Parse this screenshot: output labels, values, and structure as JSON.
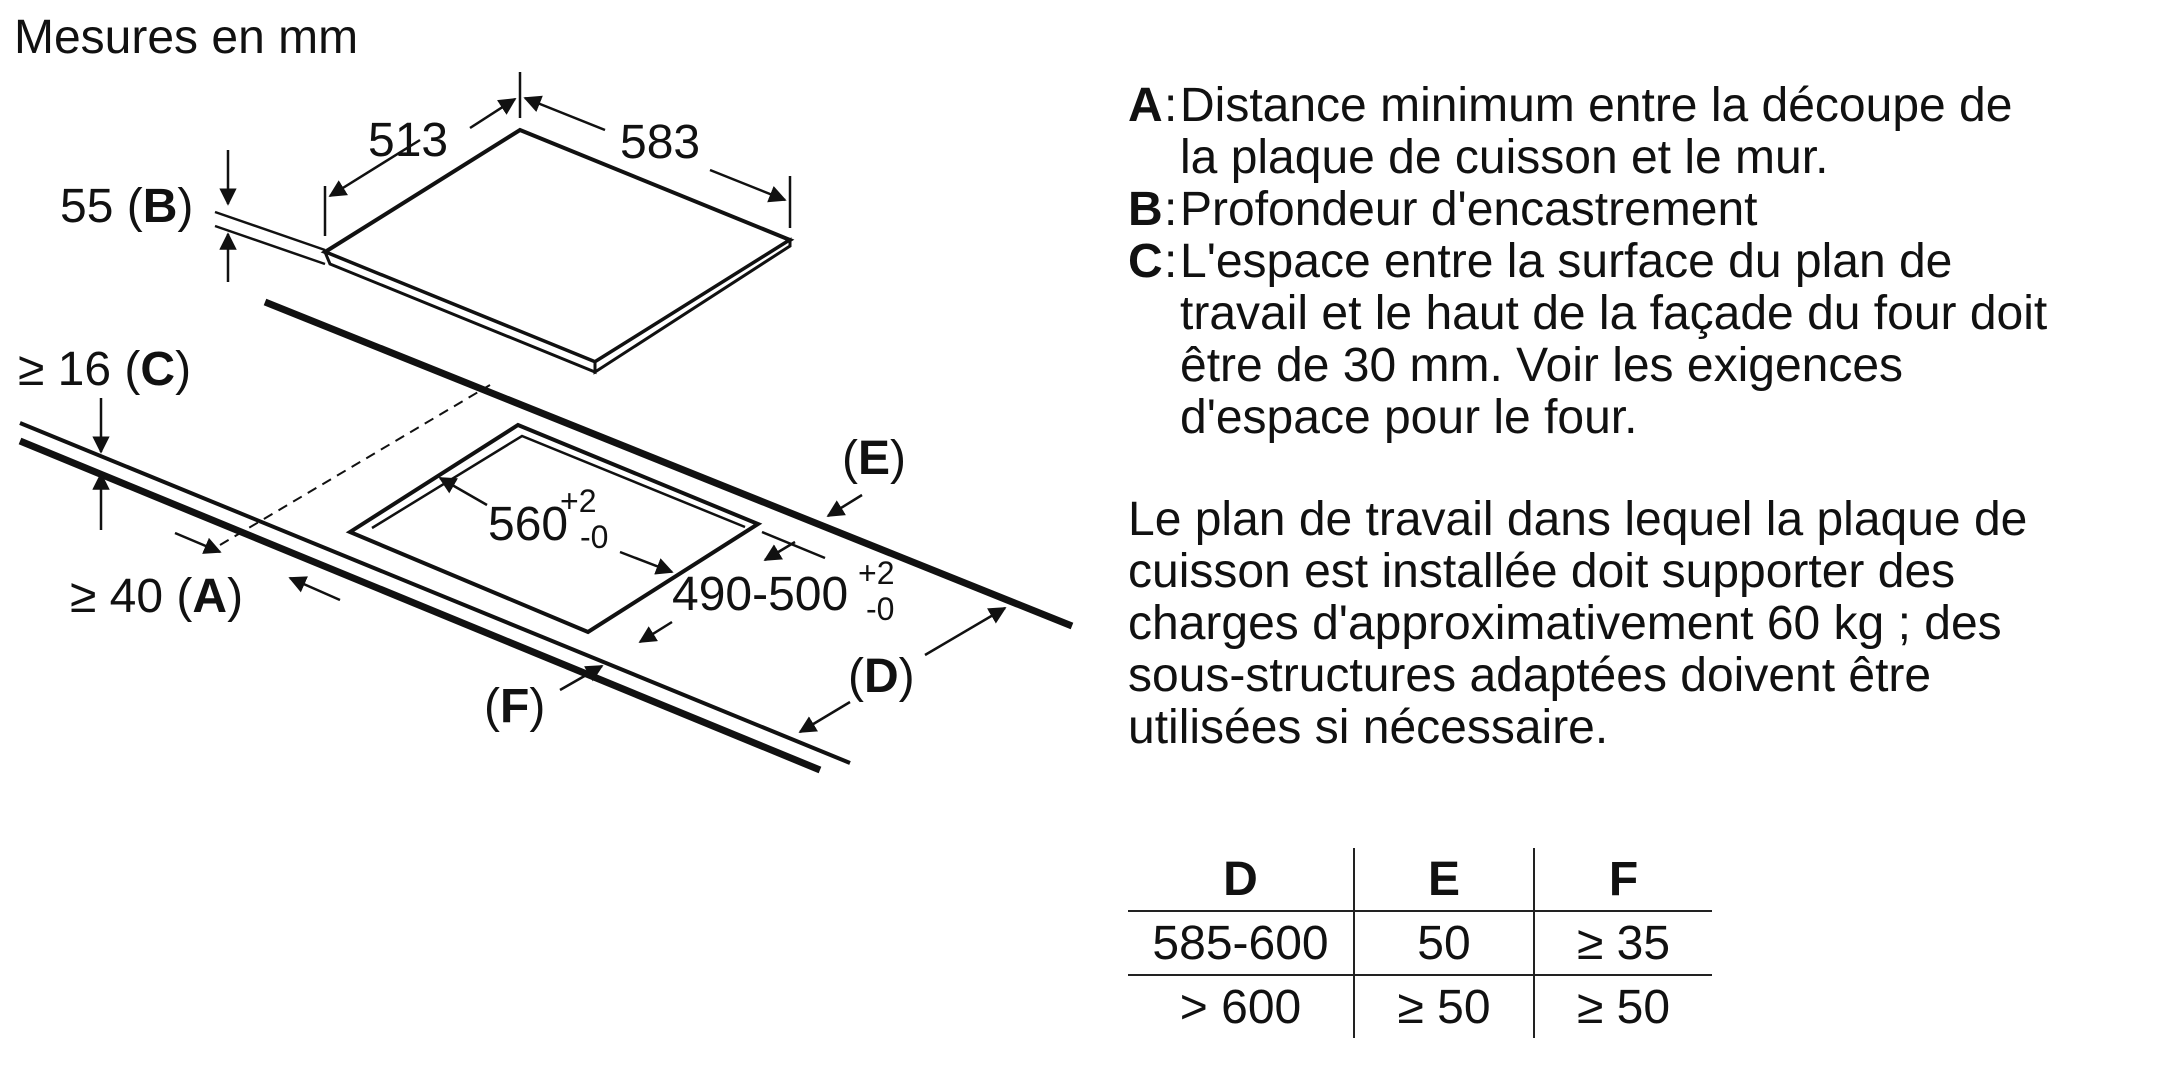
{
  "title": "Mesures en mm",
  "diagram": {
    "hob_depth": "513",
    "hob_width": "583",
    "b_value": "55",
    "c_value": "≥ 16",
    "a_value": "≥ 40",
    "cutout_width": "560",
    "cutout_width_tol_plus": "+2",
    "cutout_width_tol_minus": "-0",
    "cutout_depth": "490-500",
    "cutout_depth_tol_plus": "+2",
    "cutout_depth_tol_minus": "-0",
    "letter_a": "A",
    "letter_b": "B",
    "letter_c": "C",
    "letter_d": "D",
    "letter_e": "E",
    "letter_f": "F",
    "paren_open": "(",
    "paren_close": ")"
  },
  "legend": [
    {
      "key": "A",
      "text": "Distance minimum entre la découpe de la plaque de cuisson et le mur."
    },
    {
      "key": "B",
      "text": "Profondeur d'encastrement"
    },
    {
      "key": "C",
      "text": "L'espace entre la surface du plan de travail et le haut de la façade du four doit être de 30 mm. Voir les exigences d'espace pour le four."
    }
  ],
  "legend_separator": ":",
  "note": "Le plan de travail dans lequel la plaque de cuisson est installée doit supporter des charges d'approximativement 60 kg ; des sous-structures adaptées doivent être utilisées si nécessaire.",
  "table": {
    "headers": [
      "D",
      "E",
      "F"
    ],
    "rows": [
      [
        "585-600",
        "50",
        "≥ 35"
      ],
      [
        "> 600",
        "≥ 50",
        "≥ 50"
      ]
    ]
  }
}
